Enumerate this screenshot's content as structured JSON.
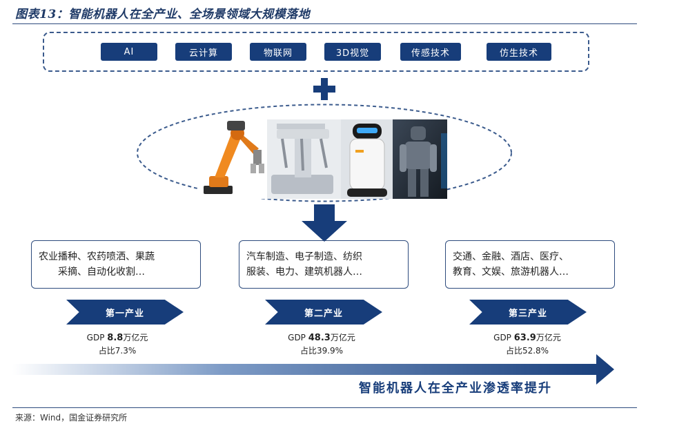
{
  "title": "图表13：智能机器人在全产业、全场景领域大规模落地",
  "technologies": [
    "AI",
    "云计算",
    "物联网",
    "3D视觉",
    "传感技术",
    "仿生技术"
  ],
  "industries": [
    {
      "scenarios": [
        "农业播种、农药喷洒、果蔬",
        "采摘、自动化收割…"
      ],
      "label": "第一产业",
      "gdp_prefix": "GDP",
      "gdp_value": "8.8",
      "gdp_unit": "万亿元",
      "share": "占比7.3%"
    },
    {
      "scenarios": [
        "汽车制造、电子制造、纺织",
        "服装、电力、建筑机器人…"
      ],
      "label": "第二产业",
      "gdp_prefix": "GDP",
      "gdp_value": "48.3",
      "gdp_unit": "万亿元",
      "share": "占比39.9%"
    },
    {
      "scenarios": [
        "交通、金融、酒店、医疗、",
        "教育、文娱、旅游机器人…"
      ],
      "label": "第三产业",
      "gdp_prefix": "GDP",
      "gdp_value": "63.9",
      "gdp_unit": "万亿元",
      "share": "占比52.8%"
    }
  ],
  "arrow_caption": "智能机器人在全产业渗透率提升",
  "source": "来源：Wind，国金证券研究所",
  "colors": {
    "navy": "#173d7a",
    "dashed_border": "#3a5a8c"
  },
  "images": [
    "industrial-robot-arm-photo",
    "surgical-robot-photo",
    "service-robot-photo",
    "humanoid-robot-photo"
  ]
}
